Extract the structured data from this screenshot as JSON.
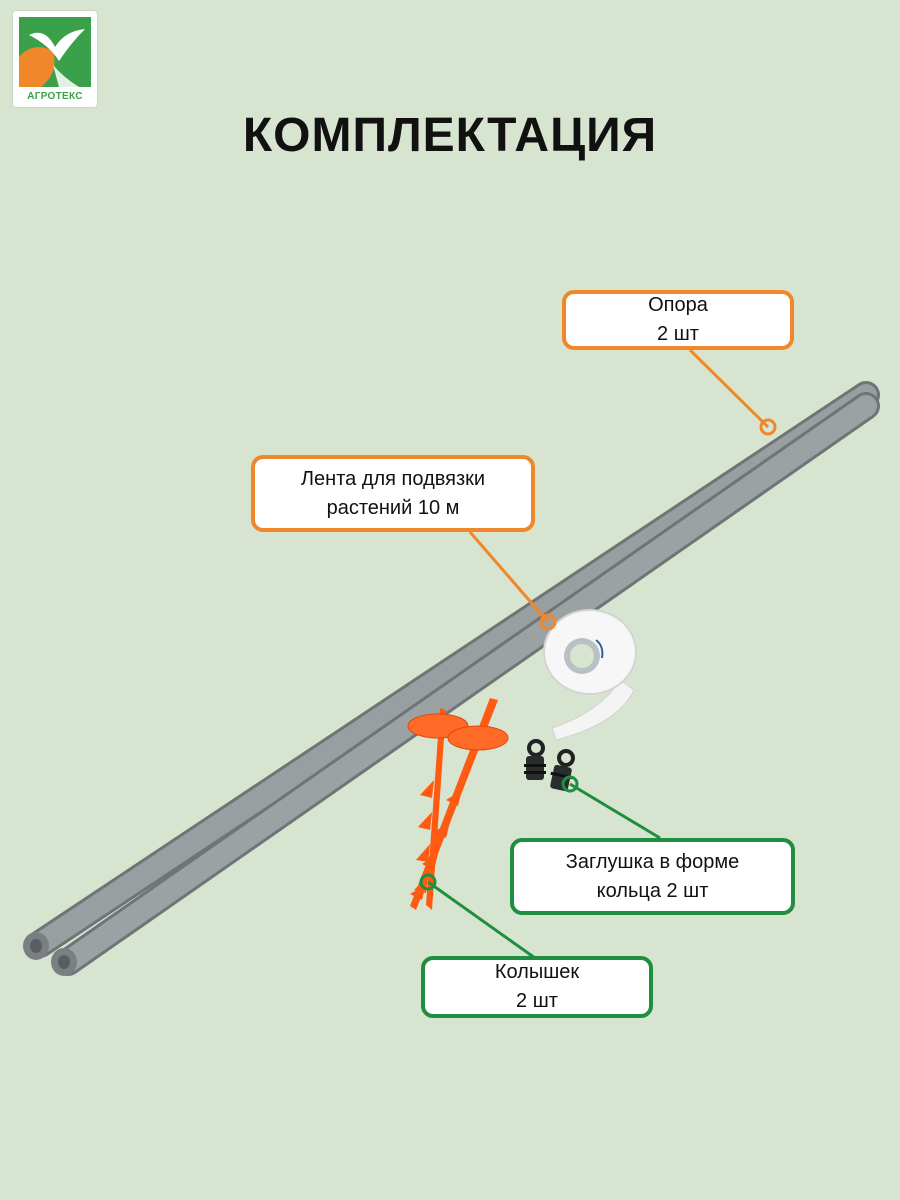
{
  "brand": {
    "name": "АГРОТЕКС"
  },
  "heading": "КОМПЛЕКТАЦИЯ",
  "colors": {
    "background": "#d6e4d0",
    "orange": "#f0872a",
    "green": "#1f8f3f",
    "pole": "#8e9396",
    "stake": "#ff5a14"
  },
  "callouts": {
    "support": {
      "line1": "Опора",
      "line2": "2 шт"
    },
    "tape": {
      "line1": "Лента для подвязки",
      "line2": "растений 10 м"
    },
    "plug": {
      "line1": "Заглушка в форме",
      "line2": "кольца 2 шт"
    },
    "stake": {
      "line1": "Колышек",
      "line2": "2 шт"
    }
  },
  "items": [
    {
      "name": "support-pole",
      "icon": "pole"
    },
    {
      "name": "tape-roll",
      "icon": "tape-roll"
    },
    {
      "name": "ring-plug",
      "icon": "ring-plug"
    },
    {
      "name": "stake",
      "icon": "stake"
    }
  ]
}
